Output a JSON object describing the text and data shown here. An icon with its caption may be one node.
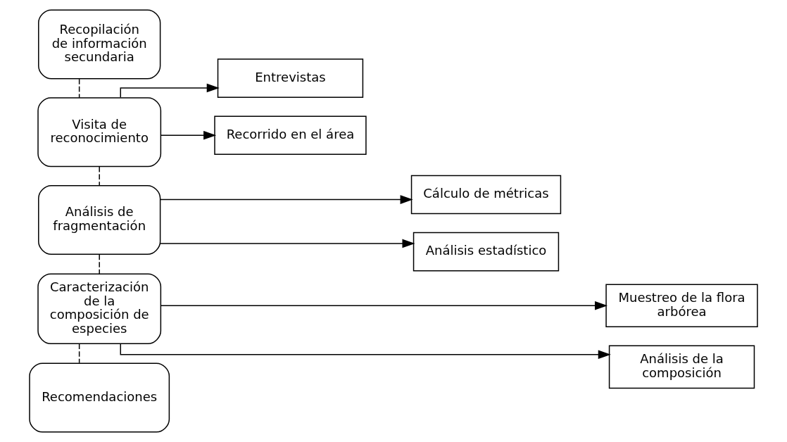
{
  "diagram": {
    "nodes": [
      {
        "text": [
          "Recopilación de información secundaria"
        ]
      },
      {
        "text": [
          "Visita de reconocimiento"
        ]
      },
      {
        "text": [
          "Entrevistas"
        ]
      },
      {
        "text": [
          "Recorrido en el área"
        ]
      },
      {
        "text": [
          "Análisis de fragmentación"
        ]
      },
      {
        "text": [
          "Cálculo de métricas"
        ]
      },
      {
        "text": [
          "Análisis estadístico"
        ]
      },
      {
        "text": [
          "Caracterización de la composición de especies"
        ]
      },
      {
        "text": [
          "Muestreo de la flora arbórea"
        ]
      },
      {
        "text": [
          "Análisis de la composición"
        ]
      },
      {
        "text": [
          "Recomendaciones"
        ]
      }
    ],
    "edges": [
      {
        "from": 0,
        "to": 1,
        "arrow": "none",
        "style": "dashed"
      },
      {
        "from": 1,
        "to": 2,
        "arrow": "to"
      },
      {
        "from": 1,
        "to": 3,
        "arrow": "to"
      },
      {
        "from": 1,
        "to": 4,
        "arrow": "none",
        "style": "dashed"
      },
      {
        "from": 4,
        "to": 5,
        "arrow": "to"
      },
      {
        "from": 4,
        "to": 6,
        "arrow": "to"
      },
      {
        "from": 4,
        "to": 7,
        "arrow": "none",
        "style": "dashed"
      },
      {
        "from": 7,
        "to": 8,
        "arrow": "to"
      },
      {
        "from": 7,
        "to": 9,
        "arrow": "to"
      },
      {
        "from": 7,
        "to": 10,
        "arrow": "none",
        "style": "dashed"
      }
    ]
  }
}
